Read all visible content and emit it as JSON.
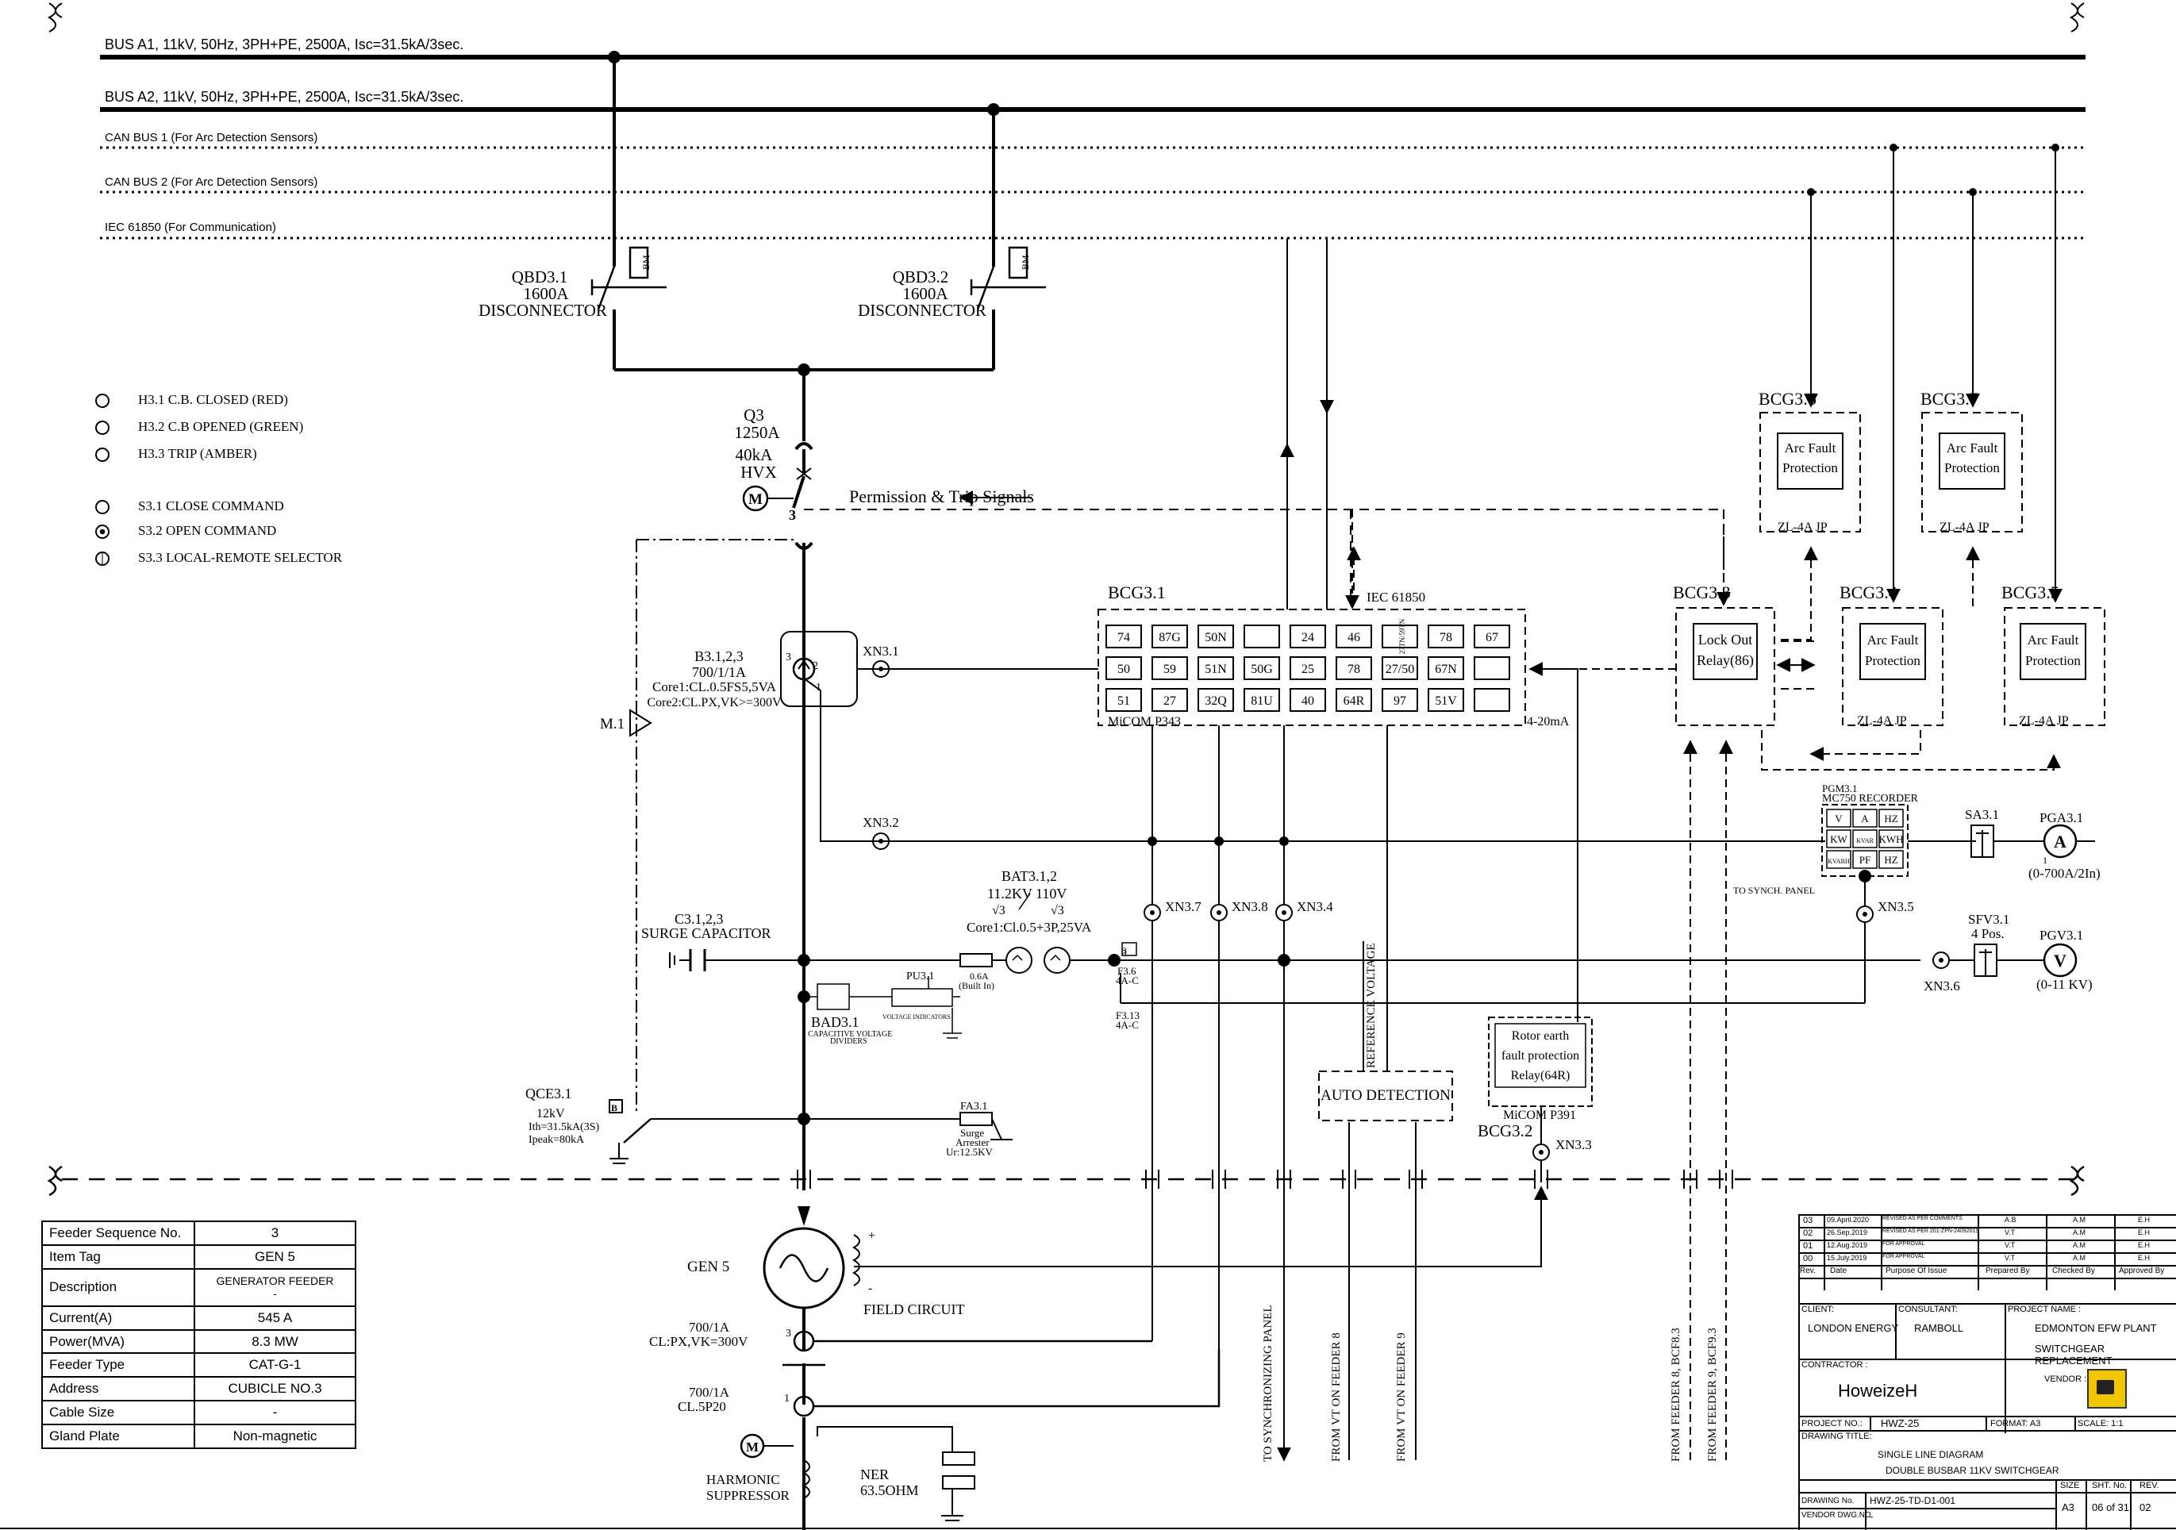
{
  "buses": [
    {
      "label": "BUS A1, 11kV, 50Hz, 3PH+PE, 2500A, Isc=31.5kA/3sec."
    },
    {
      "label": "BUS A2, 11kV, 50Hz, 3PH+PE, 2500A, Isc=31.5kA/3sec."
    },
    {
      "label": "CAN BUS 1 (For Arc Detection Sensors)"
    },
    {
      "label": "CAN BUS 2 (For Arc Detection Sensors)"
    },
    {
      "label": "IEC 61850 (For Communication)"
    }
  ],
  "disconnectors": [
    {
      "tag": "QBD3.1",
      "rating": "1600A",
      "type": "DISCONNECTOR",
      "badge": "BM"
    },
    {
      "tag": "QBD3.2",
      "rating": "1600A",
      "type": "DISCONNECTOR",
      "badge": "BM"
    }
  ],
  "legend": [
    {
      "text": "H3.1 C.B. CLOSED (RED)"
    },
    {
      "text": "H3.2 C.B OPENED (GREEN)"
    },
    {
      "text": "H3.3 TRIP (AMBER)"
    },
    {
      "text": "S3.1 CLOSE COMMAND"
    },
    {
      "text": "S3.2 OPEN COMMAND"
    },
    {
      "text": "S3.3 LOCAL-REMOTE SELECTOR"
    }
  ],
  "breaker": {
    "tag": "Q3",
    "rating": "1250A",
    "breaking": "40kA",
    "type": "HVX",
    "motor": "M",
    "num": "3"
  },
  "signals_label": "Permission & Trip Signals",
  "ct_main": {
    "tag": "B3.1,2,3",
    "ratio": "700/1/1A",
    "core1": "Core1:CL.0.5FS5,5VA",
    "core2": "Core2:CL.PX,VK>=300V",
    "n3": "3",
    "n2": "2",
    "n1": "1"
  },
  "m1": "M.1",
  "relay_main": {
    "tag": "BCG3.1",
    "comm": "IEC 61850",
    "model": "MiCOM P343",
    "analog": "4-20mA",
    "rows": [
      [
        "74",
        "87G",
        "50N",
        "",
        "24",
        "46",
        "27TN/59TN",
        "78",
        "67"
      ],
      [
        "50",
        "59",
        "51N",
        "50G",
        "25",
        "78",
        "27/50",
        "67N",
        ""
      ],
      [
        "51",
        "27",
        "32Q",
        "81U",
        "40",
        "64R",
        "97",
        "51V",
        ""
      ]
    ]
  },
  "terminals": {
    "xn31": "XN3.1",
    "xn32": "XN3.2",
    "xn33": "XN3.3",
    "xn34": "XN3.4",
    "xn35": "XN3.5",
    "xn36": "XN3.6",
    "xn37": "XN3.7",
    "xn38": "XN3.8"
  },
  "lockout": {
    "tag": "BCG3.3",
    "text1": "Lock Out",
    "text2": "Relay(86)"
  },
  "arc_units": [
    {
      "tag": "BCG3.6",
      "t1": "Arc Fault",
      "t2": "Protection",
      "model": "ZL-4A JP"
    },
    {
      "tag": "BCG3.7",
      "t1": "Arc Fault",
      "t2": "Protection",
      "model": "ZL-4A JP"
    },
    {
      "tag": "BCG3.4",
      "t1": "Arc Fault",
      "t2": "Protection",
      "model": "ZL-4A JP"
    },
    {
      "tag": "BCG3.5",
      "t1": "Arc Fault",
      "t2": "Protection",
      "model": "ZL-4A JP"
    }
  ],
  "meter": {
    "tag": "PGM3.1",
    "model": "MC750 RECORDER",
    "cells": [
      "V",
      "A",
      "HZ",
      "KW",
      "KVAR",
      "KWH",
      "KVARH",
      "PF",
      "HZ"
    ],
    "note": "TO SYNCH. PANEL"
  },
  "ammeter": {
    "switch": "SA3.1",
    "tag": "PGA3.1",
    "symbol": "A",
    "range": "(0-700A/2In)",
    "n1": "1"
  },
  "voltmeter": {
    "switch": "SFV3.1",
    "pos": "4 Pos.",
    "tag": "PGV3.1",
    "symbol": "V",
    "range": "(0-11 KV)"
  },
  "surge_cap": {
    "tag": "C3.1,2,3",
    "name": "SURGE CAPACITOR"
  },
  "vt": {
    "tag": "BAT3.1,2",
    "ratio": "11.2KV  110V",
    "sqrt": "√3",
    "core": "Core1:Cl.0.5+3P,25VA",
    "fuse": "0.6A",
    "builtin": "(Built In)",
    "n3": "3"
  },
  "pu": {
    "tag": "PU3.1",
    "text": "VOLTAGE INDICATORS"
  },
  "bad": {
    "tag": "BAD3.1",
    "t1": "CAPACITIVE VOLTAGE",
    "t2": "DIVIDERS"
  },
  "fuses": {
    "f1": "F3.6",
    "f1r": "4A-C",
    "f2": "F3.13",
    "f2r": "4A-C",
    "n3": "3"
  },
  "ref_voltage": "REFERENCE VOLTAGE",
  "auto_detection": "AUTO DETECTION",
  "rotor": {
    "t1": "Rotor earth",
    "t2": "fault protection",
    "t3": "Relay(64R)",
    "model": "MiCOM P391",
    "tag": "BCG3.2"
  },
  "earth_switch": {
    "tag": "QCE3.1",
    "rating": "12kV",
    "ith": "Ith=31.5kA(3S)",
    "ipeak": "Ipeak=80kA",
    "badge": "B"
  },
  "arrester": {
    "tag": "FA3.1",
    "t1": "Surge",
    "t2": "Arrester",
    "ur": "Ur:12.5KV"
  },
  "generator": {
    "tag": "GEN 5",
    "field": "FIELD CIRCUIT",
    "plus": "+",
    "minus": "-"
  },
  "ct_gen1": {
    "ratio": "700/1A",
    "cls": "CL:PX,VK=300V",
    "n3": "3"
  },
  "ct_gen2": {
    "ratio": "700/1A",
    "cls": "CL.5P20",
    "n1": "1"
  },
  "harmonic": {
    "motor": "M",
    "t1": "HARMONIC",
    "t2": "SUPPRESSOR"
  },
  "ner": {
    "t1": "NER",
    "t2": "63.5OHM"
  },
  "vertical_labels": {
    "sync": "TO SYNCHRONIZING PANEL",
    "vt8": "FROM VT ON FEEDER 8",
    "vt9": "FROM VT ON FEEDER 9",
    "f8": "FROM FEEDER 8, BCF8.3",
    "f9": "FROM FEEDER 9, BCF9.3"
  },
  "feeder_table": [
    {
      "k": "Feeder Sequence No.",
      "v": "3"
    },
    {
      "k": "Item Tag",
      "v": "GEN 5"
    },
    {
      "k": "Description",
      "v": "GENERATOR FEEDER",
      "v2": "-"
    },
    {
      "k": "Current(A)",
      "v": "545 A"
    },
    {
      "k": "Power(MVA)",
      "v": "8.3 MW"
    },
    {
      "k": "Feeder Type",
      "v": "CAT-G-1"
    },
    {
      "k": "Address",
      "v": "CUBICLE NO.3"
    },
    {
      "k": "Cable Size",
      "v": "-"
    },
    {
      "k": "Gland Plate",
      "v": "Non-magnetic"
    }
  ],
  "title_block": {
    "revisions": [
      {
        "rev": "03",
        "date": "09.April.2020",
        "purpose": "REVISED AS PER COMMENTS",
        "prep": "A.B",
        "chk": "A.M",
        "app": "E.H"
      },
      {
        "rev": "02",
        "date": "26.Sep.2019",
        "purpose": "REVISED AS PER 201-ZPN-24092019",
        "prep": "V.T",
        "chk": "A.M",
        "app": "E.H"
      },
      {
        "rev": "01",
        "date": "12.Aug.2019",
        "purpose": "FOR APPROVAL",
        "prep": "V.T",
        "chk": "A.M",
        "app": "E.H"
      },
      {
        "rev": "00",
        "date": "15.July.2019",
        "purpose": "FOR APPROVAL",
        "prep": "V.T",
        "chk": "A.M",
        "app": "E.H"
      }
    ],
    "header": {
      "rev": "Rev.",
      "date": "Date",
      "purpose": "Purpose Of Issue",
      "prep": "Prepared By",
      "chk": "Checked By",
      "app": "Approved By"
    },
    "client_label": "CLIENT:",
    "client": "LONDON ENERGY",
    "consultant_label": "CONSULTANT:",
    "consultant": "RAMBOLL",
    "project_label": "PROJECT NAME :",
    "project1": "EDMONTON EFW PLANT",
    "project2": "SWITCHGEAR REPLACEMENT",
    "contractor_label": "CONTRACTOR :",
    "contractor": "HoweizeH",
    "vendor_label": "VENDOR :",
    "project_no_label": "PROJECT NO.:",
    "project_no": "HWZ-25",
    "format_label": "FORMAT: A3",
    "scale_label": "SCALE: 1:1",
    "title_label": "DRAWING TITLE:",
    "title1": "SINGLE LINE DIAGRAM",
    "title2": "DOUBLE BUSBAR 11KV SWITCHGEAR",
    "size_label": "SIZE",
    "sht_label": "SHT. No.",
    "rev_label": "REV.",
    "drawing_no_label": "DRAWING No.",
    "drawing_no": "HWZ-25-TD-D1-001",
    "vendor_dwg_label": "VENDOR DWG.NO.",
    "vendor_dwg": "-",
    "size": "A3",
    "sheet": "06 of 31",
    "rev": "02"
  },
  "colors": {
    "line": "#000000",
    "logo": "#f2c600"
  }
}
